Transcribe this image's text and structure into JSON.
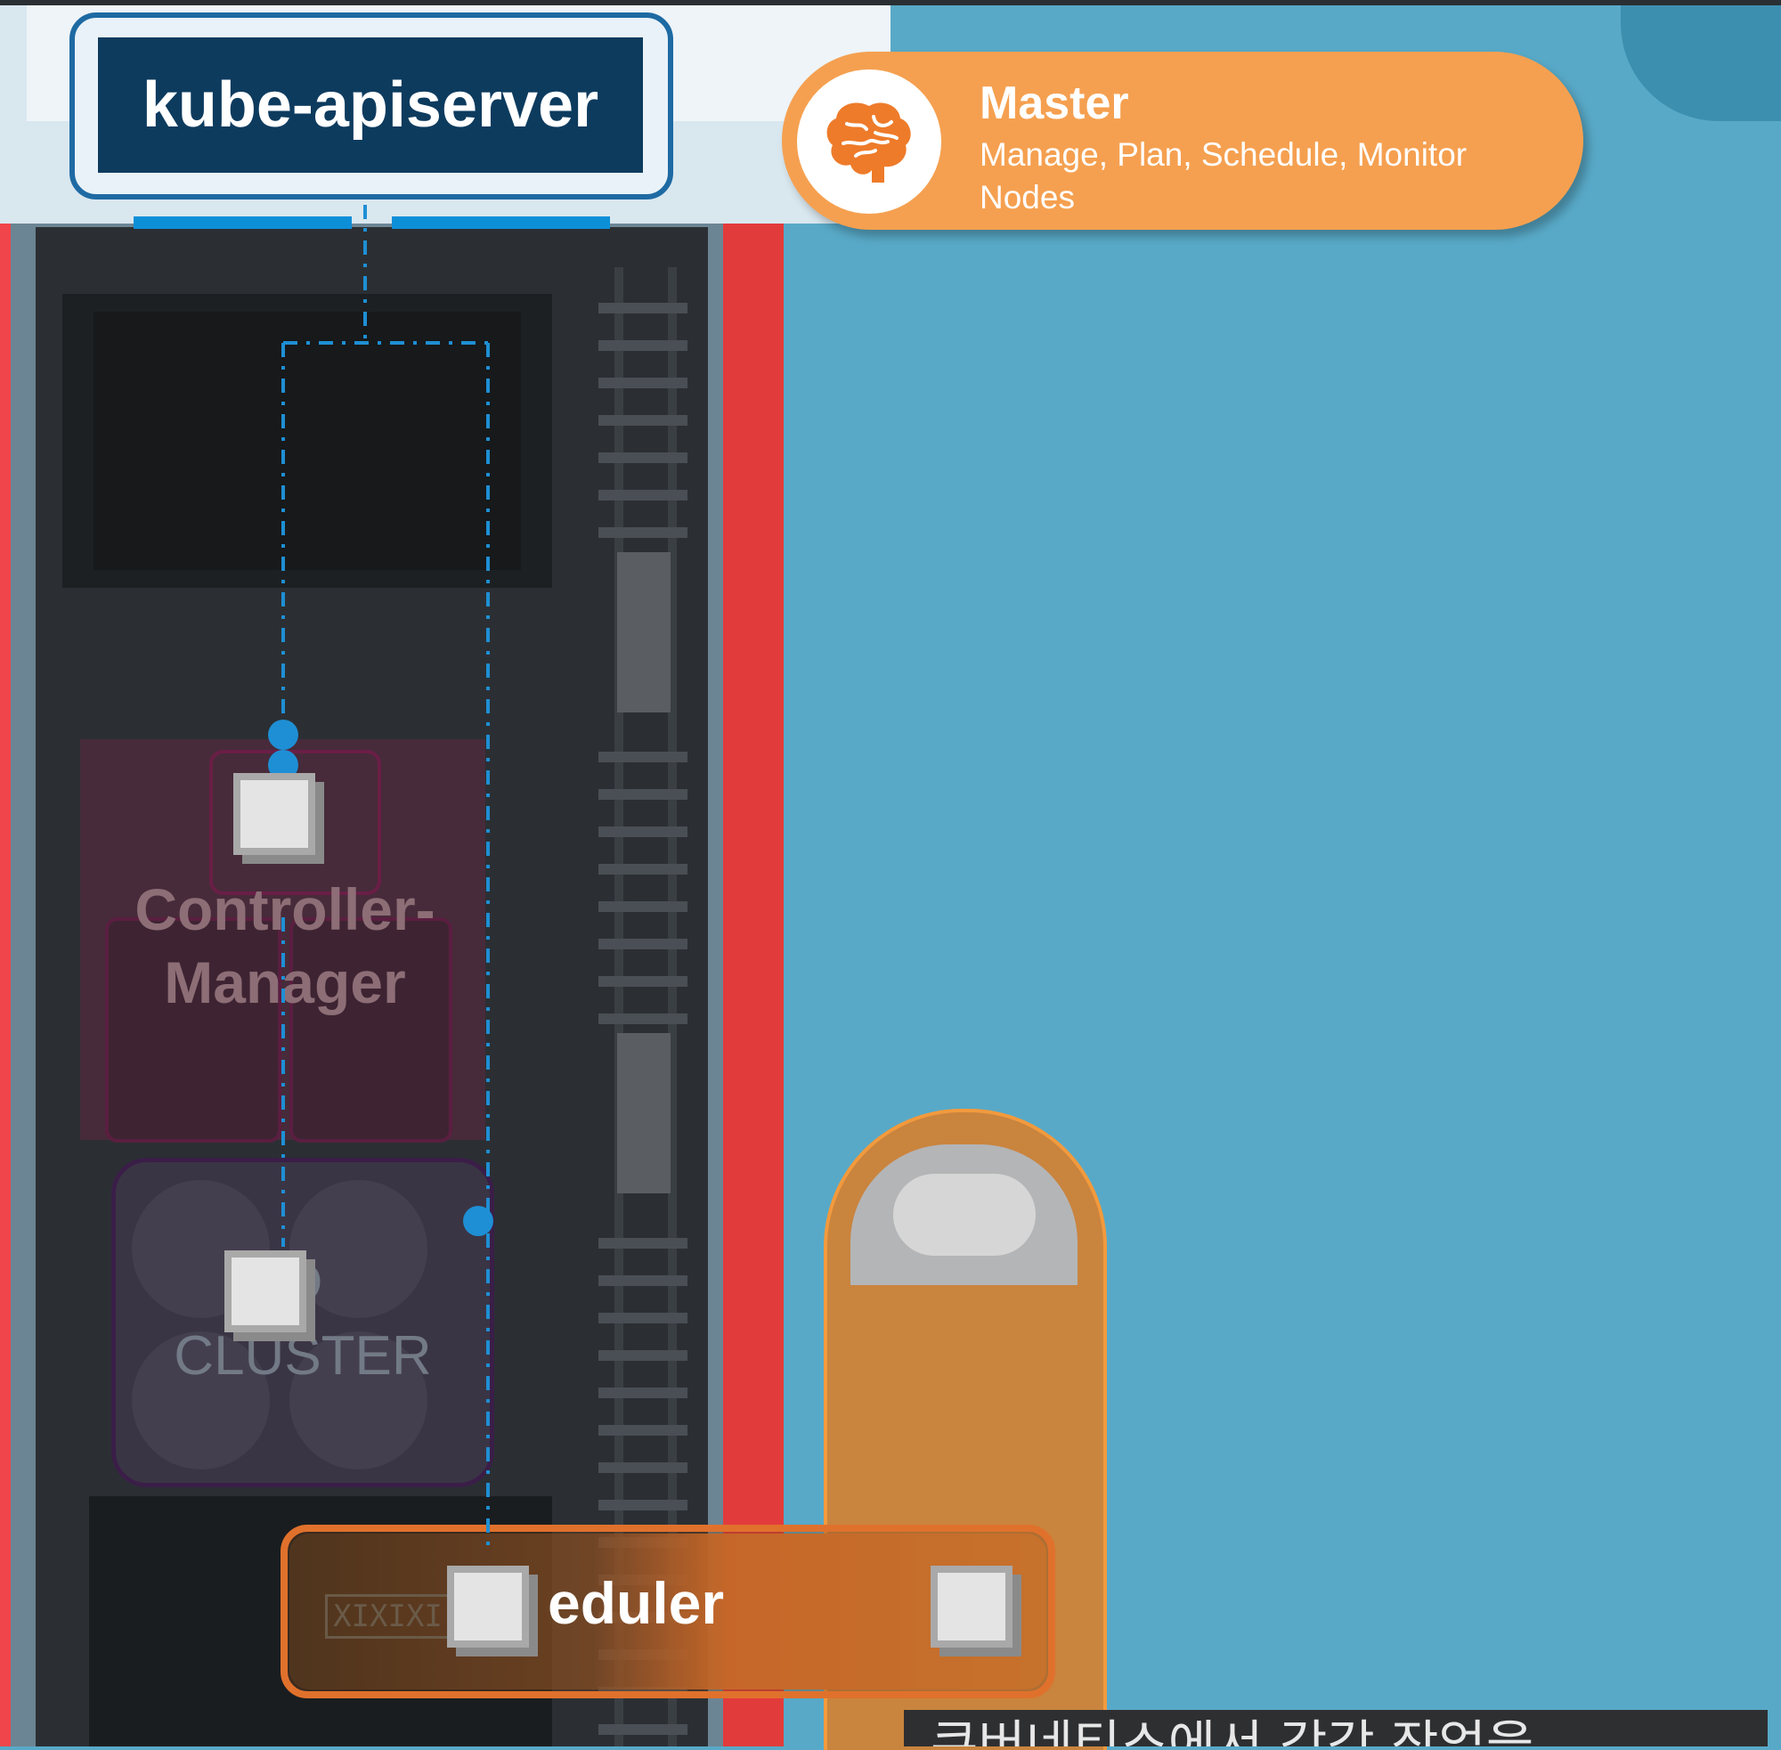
{
  "components": {
    "apiserver": {
      "label": "kube-apiserver"
    },
    "master": {
      "title": "Master",
      "subtitle": "Manage, Plan, Schedule, Monitor Nodes",
      "icon": "brain-icon"
    },
    "controller_manager": {
      "label": "Controller-\nManager"
    },
    "etcd": {
      "label": "D\nCLUSTER"
    },
    "scheduler": {
      "label": "eduler",
      "plate_text": "XIXIXI"
    }
  },
  "subtitle": {
    "text": "쿠버네티스에서 각각 작업을"
  },
  "colors": {
    "sky": "#58a9c7",
    "apiserver_bg": "#0d3b5e",
    "master_orange": "#f5a050",
    "rack_dark": "#2b2f33",
    "red_band": "#e23b3b",
    "connector_blue": "#1e8fd4"
  }
}
